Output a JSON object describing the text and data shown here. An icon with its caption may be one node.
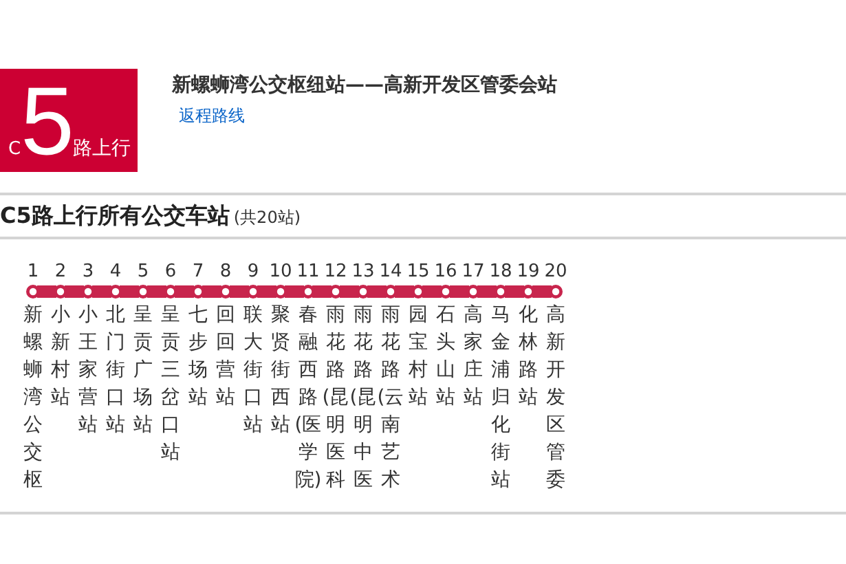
{
  "diagram": {
    "title": "新螺蛳湾公交枢纽站——高新开发区管委会站",
    "nodes": [
      {
        "text": [
          "C",
          "5",
          "路上行"
        ]
      },
      {
        "text": [],
        "shape": "circle",
        "beside": [
          "1",
          "新螺蛳湾公交枢"
        ]
      },
      {
        "text": [],
        "shape": "circle",
        "beside": [
          "2",
          "小新村站"
        ]
      },
      {
        "text": [],
        "shape": "circle",
        "beside": [
          "3",
          "小王家营站"
        ]
      },
      {
        "text": [],
        "shape": "circle",
        "beside": [
          "4",
          "北门街口站"
        ]
      },
      {
        "text": [],
        "shape": "circle",
        "beside": [
          "5",
          "呈贡广场站"
        ]
      },
      {
        "text": [],
        "shape": "circle",
        "beside": [
          "6",
          "呈贡三岔口站"
        ]
      },
      {
        "text": [],
        "shape": "circle",
        "beside": [
          "7",
          "七步场站"
        ]
      },
      {
        "text": [],
        "shape": "circle",
        "beside": [
          "8",
          "回回营站"
        ]
      },
      {
        "text": [],
        "shape": "circle",
        "beside": [
          "9",
          "联大街口站"
        ]
      },
      {
        "text": [],
        "shape": "circle",
        "beside": [
          "10",
          "聚贤街西站"
        ]
      },
      {
        "text": [],
        "shape": "circle",
        "beside": [
          "11",
          "春融西路(医学院)"
        ]
      },
      {
        "text": [],
        "shape": "circle",
        "beside": [
          "12",
          "雨花路(昆明医科"
        ]
      },
      {
        "text": [],
        "shape": "circle",
        "beside": [
          "13",
          "雨花路(昆明中医"
        ]
      },
      {
        "text": [],
        "shape": "circle",
        "beside": [
          "14",
          "雨花路(云南艺术"
        ]
      },
      {
        "text": [],
        "shape": "circle",
        "beside": [
          "15",
          "园宝村站"
        ]
      },
      {
        "text": [],
        "shape": "circle",
        "beside": [
          "16",
          "石头山站"
        ]
      },
      {
        "text": [],
        "shape": "circle",
        "beside": [
          "17",
          "高家庄站"
        ]
      },
      {
        "text": [],
        "shape": "circle",
        "beside": [
          "18",
          "马金浦归化街站"
        ]
      },
      {
        "text": [],
        "shape": "circle",
        "beside": [
          "19",
          "化林路站"
        ]
      },
      {
        "text": [],
        "shape": "circle",
        "beside": [
          "20",
          "高新开发区管委"
        ]
      }
    ],
    "edges": [
      {
        "from": 1,
        "to": 2,
        "arrow": "none"
      },
      {
        "from": 2,
        "to": 3,
        "arrow": "none"
      },
      {
        "from": 3,
        "to": 4,
        "arrow": "none"
      },
      {
        "from": 4,
        "to": 5,
        "arrow": "none"
      },
      {
        "from": 5,
        "to": 6,
        "arrow": "none"
      },
      {
        "from": 6,
        "to": 7,
        "arrow": "none"
      },
      {
        "from": 7,
        "to": 8,
        "arrow": "none"
      },
      {
        "from": 8,
        "to": 9,
        "arrow": "none"
      },
      {
        "from": 9,
        "to": 10,
        "arrow": "none"
      },
      {
        "from": 10,
        "to": 11,
        "arrow": "none"
      },
      {
        "from": 11,
        "to": 12,
        "arrow": "none"
      },
      {
        "from": 12,
        "to": 13,
        "arrow": "none"
      },
      {
        "from": 13,
        "to": 14,
        "arrow": "none"
      },
      {
        "from": 14,
        "to": 15,
        "arrow": "none"
      },
      {
        "from": 15,
        "to": 16,
        "arrow": "none"
      },
      {
        "from": 16,
        "to": 17,
        "arrow": "none"
      },
      {
        "from": 17,
        "to": 18,
        "arrow": "none"
      },
      {
        "from": 18,
        "to": 19,
        "arrow": "none"
      },
      {
        "from": 19,
        "to": 20,
        "arrow": "none"
      }
    ],
    "labels": [
      "返程路线",
      "C5路上行所有公交车站",
      "(共20站)"
    ]
  }
}
